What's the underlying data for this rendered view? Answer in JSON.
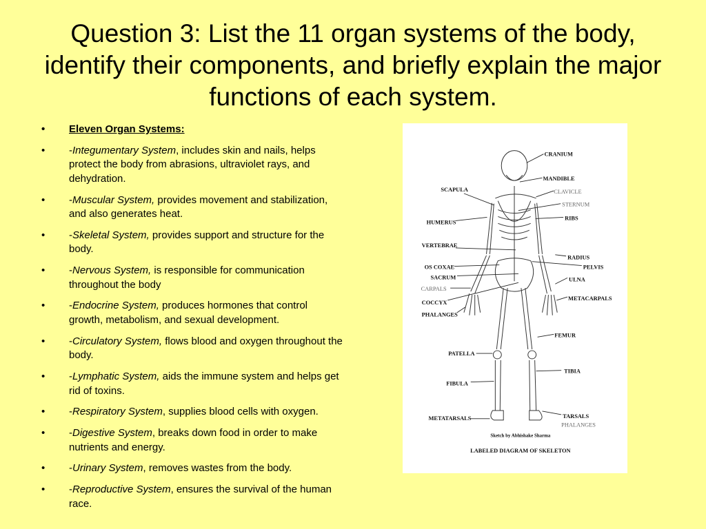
{
  "title": "Question 3: List the 11 organ systems of the body, identify their components, and briefly explain the major functions of each system.",
  "list": {
    "heading": "Eleven Organ Systems:",
    "items": [
      {
        "name": "Integumentary System",
        "text": ", includes skin and nails, helps protect the body from abrasions, ultraviolet rays, and dehydration."
      },
      {
        "name": "Muscular System,",
        "text": " provides movement and stabilization, and also generates heat."
      },
      {
        "name": "Skeletal System,",
        "text": " provides support and structure for the body."
      },
      {
        "name": "Nervous System,",
        "text": " is responsible for communication throughout the body"
      },
      {
        "name": "Endocrine System,",
        "text": " produces hormones that control growth, metabolism, and sexual development."
      },
      {
        "name": "Circulatory System,",
        "text": " flows blood and oxygen throughout the body."
      },
      {
        "name": "Lymphatic System,",
        "text": " aids the immune system and helps get rid of toxins."
      },
      {
        "name": "Respiratory System",
        "text": ", supplies blood cells with oxygen."
      },
      {
        "name": "Digestive System",
        "text": ", breaks down food in order to make nutrients and energy."
      },
      {
        "name": "Urinary System",
        "text": ", removes wastes from the body."
      },
      {
        "name": "Reproductive System",
        "text": ", ensures the survival of the human race."
      }
    ]
  },
  "figure": {
    "labels": {
      "cranium": "CRANIUM",
      "mandible": "MANDIBLE",
      "scapula": "SCAPULA",
      "clavicle": "CLAVICLE",
      "sternum": "STERNUM",
      "humerus": "HUMERUS",
      "ribs": "RIBS",
      "vertebrae": "VERTEBRAE",
      "radius": "RADIUS",
      "pelvis": "PELVIS",
      "os_coxae": "OS COXAE",
      "sacrum": "SACRUM",
      "ulna": "ULNA",
      "carpals": "CARPALS",
      "metacarpals": "METACARPALS",
      "coccyx": "COCCYX",
      "phalanges_hand": "PHALANGES",
      "femur": "FEMUR",
      "patella": "PATELLA",
      "tibia": "TIBIA",
      "fibula": "FIBULA",
      "metatarsals": "METATARSALS",
      "tarsals": "TARSALS",
      "phalanges_foot": "PHALANGES"
    },
    "credit": "Sketch by Abhishake Sharma",
    "caption": "LABELED DIAGRAM OF SKELETON"
  }
}
